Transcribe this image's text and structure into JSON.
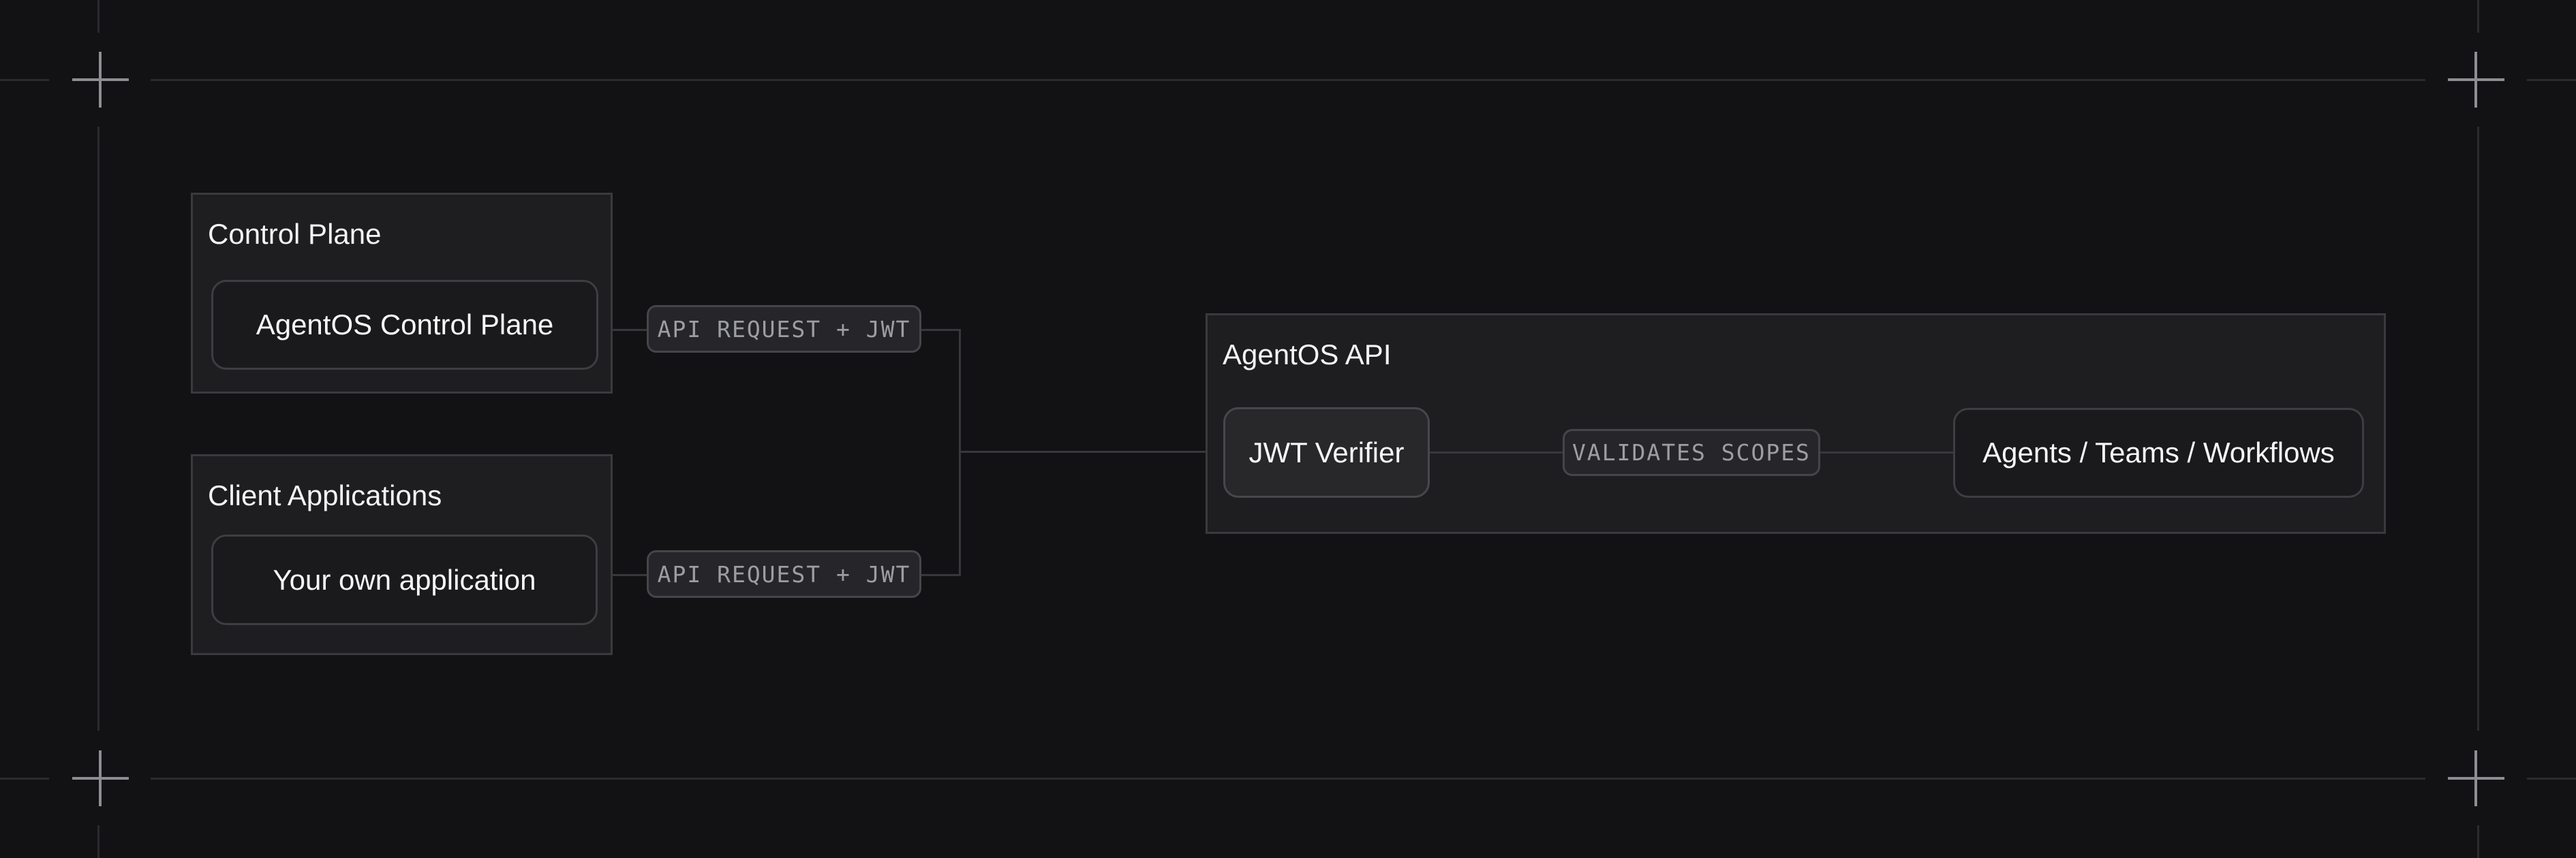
{
  "colors": {
    "background": "#121214",
    "group_fill": "#1e1e21",
    "group_border": "#3a3a3e",
    "node_fill": "#1a1a1d",
    "node_highlight_fill": "#28282b",
    "pill_fill": "#26262a",
    "pill_text": "#9d9da5",
    "connector": "#38383c",
    "grid_line": "#2b2b2e",
    "crosshair": "#8e8e92"
  },
  "groups": {
    "control_plane": {
      "title": "Control Plane",
      "node": "AgentOS Control Plane",
      "edge_label": "API REQUEST + JWT"
    },
    "client_applications": {
      "title": "Client Applications",
      "node": "Your own application",
      "edge_label": "API REQUEST + JWT"
    },
    "agentos_api": {
      "title": "AgentOS API",
      "verifier_node": "JWT Verifier",
      "edge_label": "VALIDATES SCOPES",
      "target_node": "Agents / Teams / Workflows"
    }
  },
  "icons": {
    "corner_markers": [
      "crosshair-icon",
      "crosshair-icon",
      "crosshair-icon",
      "crosshair-icon"
    ]
  }
}
